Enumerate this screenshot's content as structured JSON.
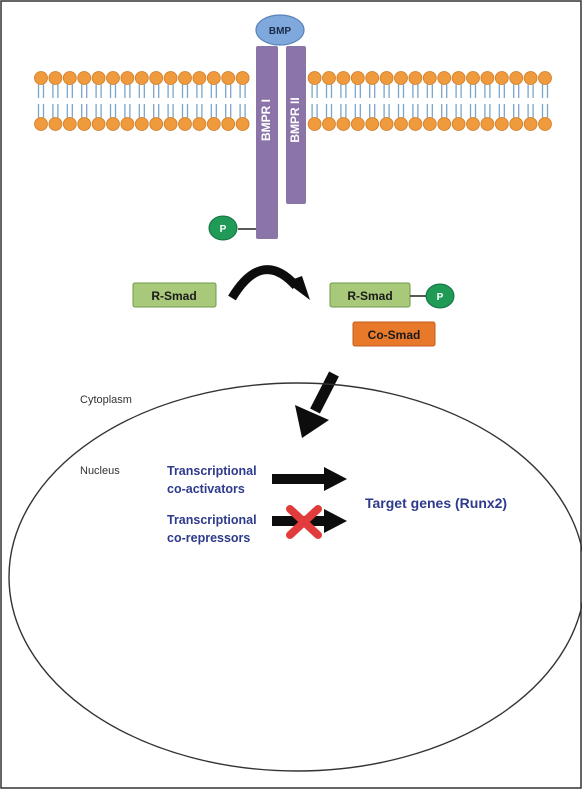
{
  "ligand": {
    "label": "BMP",
    "fill": "#7fa8dc",
    "stroke": "#5b84bc"
  },
  "receptors": {
    "type1_label": "BMPR I",
    "type2_label": "BMPR II",
    "fill": "#8a74a8",
    "stroke": "#5e4d7a"
  },
  "membrane": {
    "head_color": "#ef9a3c",
    "head_stroke": "#d07b25",
    "tail_color": "#7aa6c9"
  },
  "phosphate_label": "P",
  "phosphate_color": "#1f9a57",
  "r_smad": {
    "label": "R-Smad",
    "fill": "#a8c97a",
    "stroke": "#6f9a48"
  },
  "r_smad_phospho": {
    "label": "R-Smad",
    "p_label": "P"
  },
  "co_smad": {
    "label": "Co-Smad",
    "fill": "#e8792b",
    "stroke": "#c25e1a"
  },
  "compartments": {
    "cytoplasm": "Cytoplasm",
    "nucleus": "Nucleus"
  },
  "nucleus_content": {
    "coactivators": [
      "Transcriptional",
      "co-activators"
    ],
    "corepressors": [
      "Transcriptional",
      "co-repressors"
    ],
    "target": "Target genes (Runx2)",
    "text_color": "#2e3a8c",
    "block_color": "#e23b3b"
  }
}
